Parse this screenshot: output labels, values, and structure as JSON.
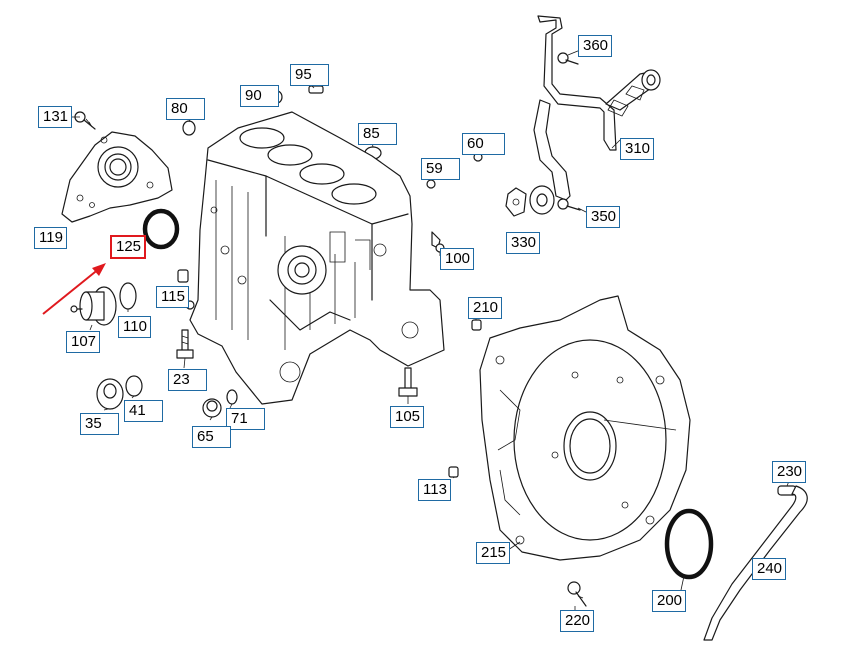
{
  "diagram": {
    "highlight_color": "#e0191e",
    "label_border_color": "#1f6aa3",
    "labels": {
      "p131": "131",
      "p80": "80",
      "p90": "90",
      "p95": "95",
      "p85": "85",
      "p60": "60",
      "p59": "59",
      "p360": "360",
      "p310": "310",
      "p350": "350",
      "p330": "330",
      "p119": "119",
      "p125": "125",
      "p100": "100",
      "p115": "115",
      "p110": "110",
      "p107": "107",
      "p23": "23",
      "p41": "41",
      "p35": "35",
      "p71": "71",
      "p65": "65",
      "p105": "105",
      "p210": "210",
      "p113": "113",
      "p215": "215",
      "p230": "230",
      "p240": "240",
      "p200": "200",
      "p220": "220"
    }
  }
}
